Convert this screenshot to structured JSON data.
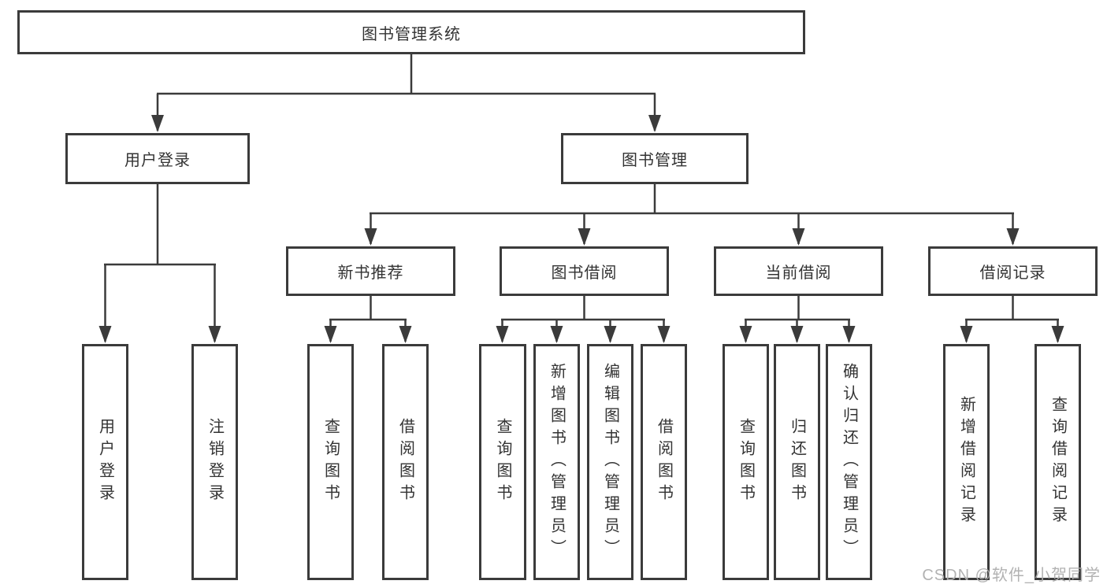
{
  "tree": {
    "root": {
      "label": "图书管理系统",
      "children": [
        {
          "label": "用户登录",
          "children": [
            {
              "label": "用户登录"
            },
            {
              "label": "注销登录"
            }
          ]
        },
        {
          "label": "图书管理",
          "children": [
            {
              "label": "新书推荐",
              "children": [
                {
                  "label": "查询图书"
                },
                {
                  "label": "借阅图书"
                }
              ]
            },
            {
              "label": "图书借阅",
              "children": [
                {
                  "label": "查询图书"
                },
                {
                  "label": "新增图书（管理员）"
                },
                {
                  "label": "编辑图书（管理员）"
                },
                {
                  "label": "借阅图书"
                }
              ]
            },
            {
              "label": "当前借阅",
              "children": [
                {
                  "label": "查询图书"
                },
                {
                  "label": "归还图书"
                },
                {
                  "label": "确认归还（管理员）"
                }
              ]
            },
            {
              "label": "借阅记录",
              "children": [
                {
                  "label": "新增借阅记录"
                },
                {
                  "label": "查询借阅记录"
                }
              ]
            }
          ]
        }
      ]
    }
  },
  "watermark": {
    "text": "CSDN @软件_小贺同学"
  },
  "colors": {
    "line": "#3b3b3b",
    "box_border": "#3b3b3b",
    "text": "#333333",
    "watermark": "#aeaeae",
    "background": "#ffffff"
  }
}
